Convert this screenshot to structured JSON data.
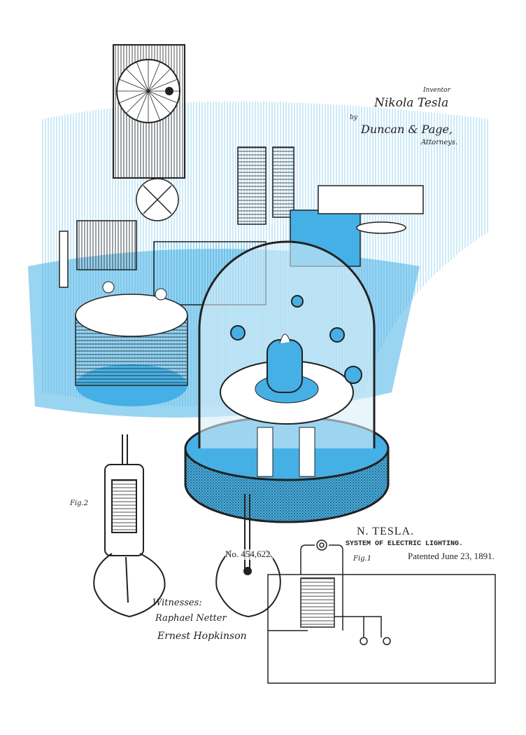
{
  "patent": {
    "inventor_name": "N. TESLA.",
    "title": "SYSTEM OF ELECTRIC LIGHTING.",
    "patent_number": "No. 454,622.",
    "patented_date": "Patented June 23, 1891.",
    "fig1_label": "Fig.1",
    "fig2_label": "Fig.2"
  },
  "signatures": {
    "inventor_label": "Inventor",
    "inventor_signature": "Nikola Tesla",
    "by_label": "by",
    "attorneys_signature": "Duncan & Page,",
    "attorneys_label": "Attorneys.",
    "witnesses_label": "Witnesses:",
    "witness_1": "Raphael Netter",
    "witness_2": "Ernest Hopkinson"
  },
  "colors": {
    "accent_blue": "#45b0e5",
    "ink": "#1a1a1a"
  }
}
